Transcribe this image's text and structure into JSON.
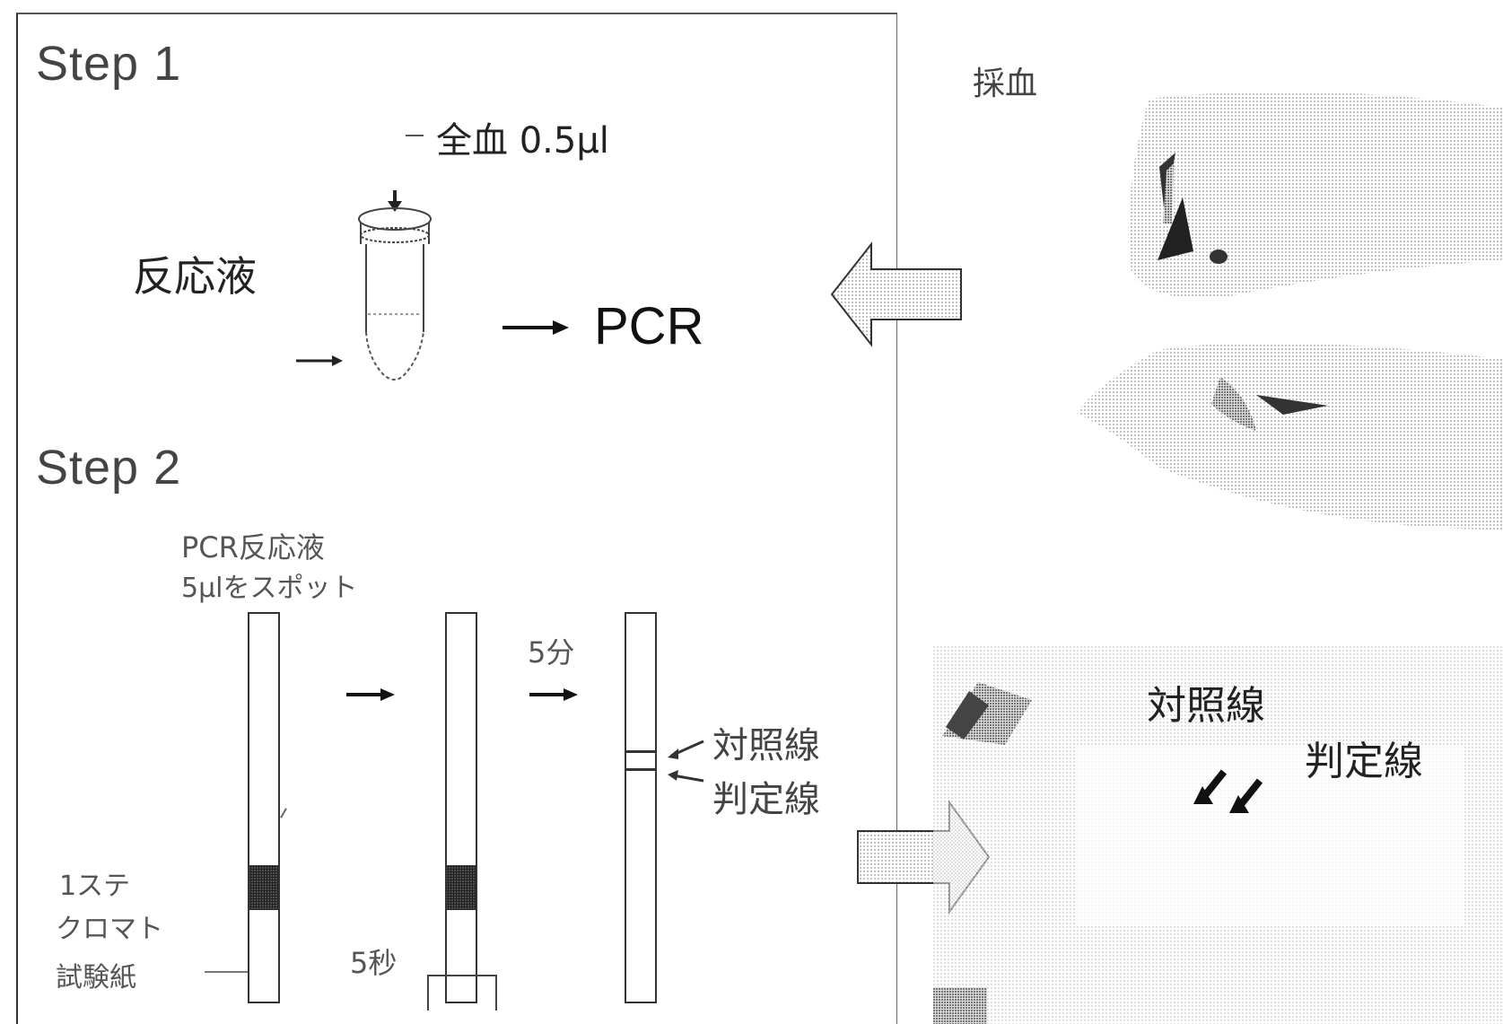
{
  "step1": {
    "title": "Step 1",
    "blood_label": "全血 0.5μl",
    "reagent_label": "反応液",
    "pcr_label": "PCR"
  },
  "step2": {
    "title": "Step 2",
    "spot_line1": "PCR反応液",
    "spot_line2": "5μlをスポット",
    "time_5min": "5分",
    "time_5sec": "5秒",
    "control_line": "対照線",
    "test_line": "判定線",
    "strip_line1": "1ステ",
    "strip_line2": "クロマト",
    "strip_line3": "試験紙"
  },
  "photo": {
    "blood_sampling": "採血",
    "control_line": "対照線",
    "test_line": "判定線"
  }
}
